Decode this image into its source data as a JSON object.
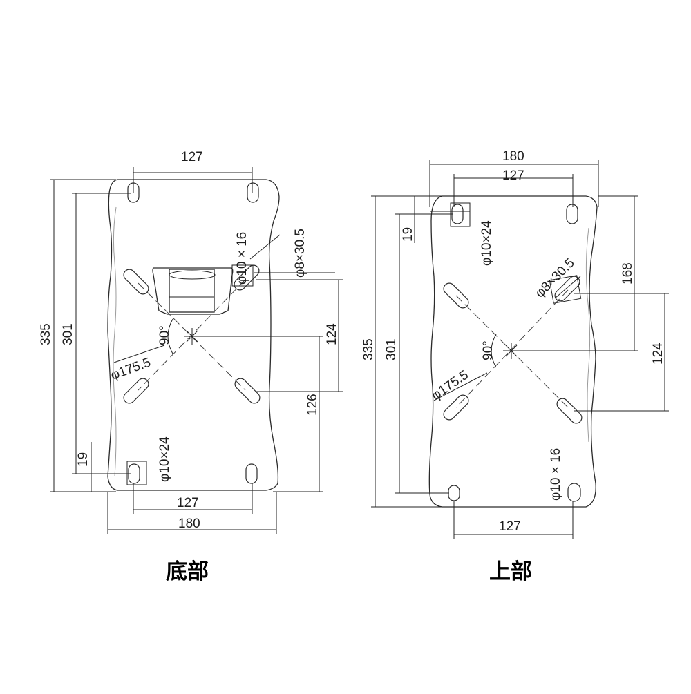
{
  "bottom_view": {
    "caption": "底部",
    "dim_top_127": "127",
    "dim_335": "335",
    "dim_301": "301",
    "dim_19": "19",
    "dim_124": "124",
    "dim_126": "126",
    "dim_bottom_127": "127",
    "dim_180": "180",
    "hole_10x16": "φ10 × 16",
    "hole_8x305": "φ8×30.5",
    "hole_10x24": "φ10×24",
    "circle_1755": "φ175.5",
    "angle_90": "90°"
  },
  "top_view": {
    "caption": "上部",
    "dim_180": "180",
    "dim_top_127": "127",
    "hole_10x24": "φ10×24",
    "dim_19": "19",
    "dim_335": "335",
    "dim_301": "301",
    "dim_168": "168",
    "hole_8x305": "φ8×30.5",
    "dim_124": "124",
    "angle_90": "90°",
    "circle_1755": "φ175.5",
    "hole_10x16": "φ10 × 16",
    "dim_bottom_127": "127"
  }
}
